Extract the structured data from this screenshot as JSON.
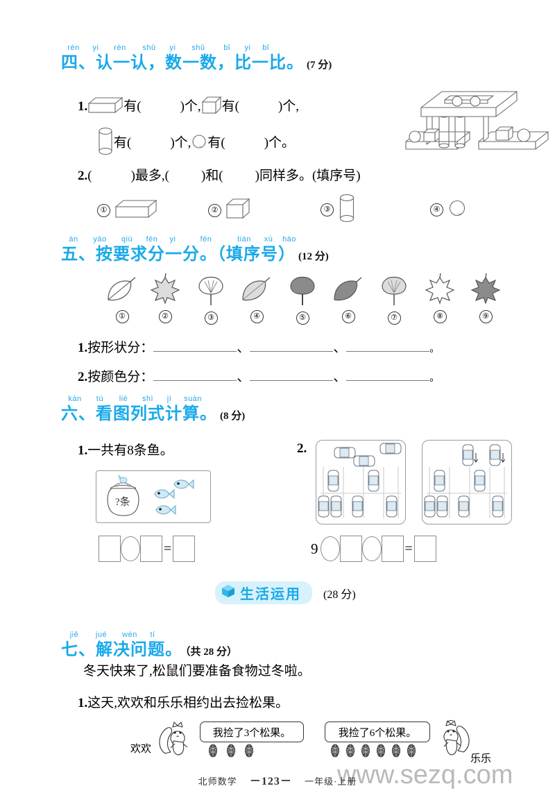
{
  "page": {
    "watermark": "www.sezq.com",
    "footer": {
      "book": "北师数学",
      "page_mark": "－123－",
      "grade": "一年级·上册"
    }
  },
  "section4": {
    "pinyin": [
      "rèn",
      "yi",
      "rèn",
      "shǔ",
      "yi",
      "shǔ",
      "bǐ",
      "yi",
      "bǐ"
    ],
    "title": "四、认一认，数一数，比一比。",
    "score": "(7 分)",
    "q1": {
      "num": "1.",
      "t1": "有(",
      "t2": ")个,",
      "t3": "有(",
      "t4": ")个,",
      "t5": "有(",
      "t6": ")个,",
      "t7": "有(",
      "t8": ")个。"
    },
    "q2": {
      "num": "2.",
      "lead": "(",
      "a1": ")最多,(",
      "a2": ")和(",
      "a3": ")同样多。(填序号)",
      "options": [
        {
          "label": "①",
          "shape": "cuboid"
        },
        {
          "label": "②",
          "shape": "cube"
        },
        {
          "label": "③",
          "shape": "cylinder"
        },
        {
          "label": "④",
          "shape": "sphere"
        }
      ]
    }
  },
  "section5": {
    "pinyin_left": [
      "àn",
      "yāo",
      "qiú",
      "fēn",
      "yi",
      "fēn"
    ],
    "pinyin_right": [
      "tián",
      "xù",
      "hào"
    ],
    "title": "五、按要求分一分。（填序号）",
    "score": "(12 分)",
    "leaves": [
      {
        "label": "①",
        "kind": "oval",
        "fill": "none"
      },
      {
        "label": "②",
        "kind": "maple",
        "fill": "light"
      },
      {
        "label": "③",
        "kind": "ginkgo",
        "fill": "none"
      },
      {
        "label": "④",
        "kind": "oval",
        "fill": "light"
      },
      {
        "label": "⑤",
        "kind": "ginkgo",
        "fill": "dark"
      },
      {
        "label": "⑥",
        "kind": "oval",
        "fill": "dark"
      },
      {
        "label": "⑦",
        "kind": "ginkgo",
        "fill": "light"
      },
      {
        "label": "⑧",
        "kind": "maple",
        "fill": "none"
      },
      {
        "label": "⑨",
        "kind": "maple",
        "fill": "dark"
      }
    ],
    "q1": {
      "num": "1.",
      "text": "按形状分：",
      "sep": "、",
      "end": "。"
    },
    "q2": {
      "num": "2.",
      "text": "按颜色分：",
      "sep": "、",
      "end": "。"
    }
  },
  "section6": {
    "pinyin": [
      "kàn",
      "tú",
      "liè",
      "shì",
      "jì",
      "suàn"
    ],
    "title": "六、看图列式计算。",
    "score": "(8 分)",
    "q1": {
      "num": "1.",
      "text": "一共有8条鱼。",
      "jar_label": "?条",
      "fish_count": 3
    },
    "q2": {
      "num": "2.",
      "left_prefix": "9"
    }
  },
  "badge": {
    "label": "生活运用",
    "icon": "cube-icon",
    "score": "(28 分)"
  },
  "section7": {
    "pinyin": [
      "jiě",
      "jué",
      "wèn",
      "tí"
    ],
    "title": "七、解决问题。",
    "score": "（共 28 分）",
    "intro": "冬天快来了,松鼠们要准备食物过冬啦。",
    "q1": {
      "num": "1.",
      "text": "这天,欢欢和乐乐相约出去捡松果。"
    },
    "squirrel_left": {
      "name": "欢欢",
      "bubble": "我捡了3个松果。",
      "cones": 3
    },
    "squirrel_right": {
      "name": "乐乐",
      "bubble": "我捡了6个松果。",
      "cones": 6
    }
  },
  "colors": {
    "accent": "#19a9ea",
    "pinyin": "#29a7e8",
    "badge_bg": "#d8f2fb",
    "line": "#8a8a8a"
  }
}
